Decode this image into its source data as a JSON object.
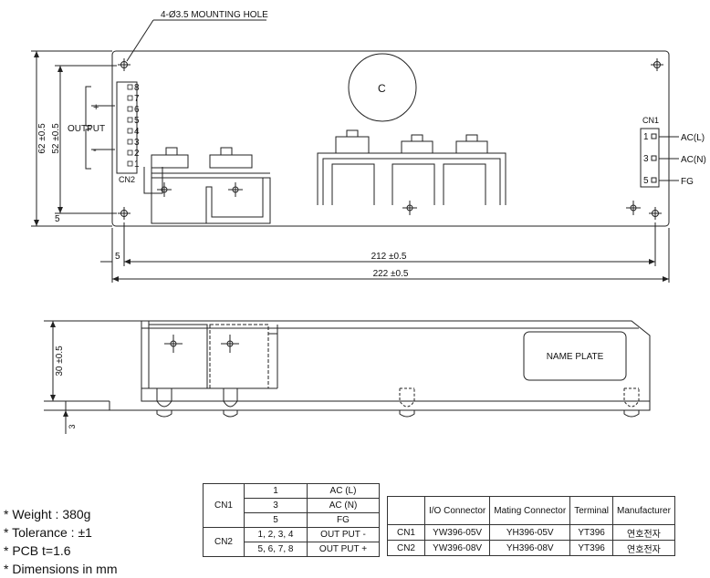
{
  "drawing": {
    "mounting_hole_label": "4-Ø3.5 MOUNTING HOLE",
    "capacitor_label": "C",
    "output_label": "OUTPUT",
    "plus_label": "+",
    "minus_label": "-",
    "cn2_label": "CN2",
    "cn2_pins": [
      "8",
      "7",
      "6",
      "5",
      "4",
      "3",
      "2",
      "1"
    ],
    "cn1_label": "CN1",
    "cn1_pins": [
      "1",
      "3",
      "5"
    ],
    "cn1_signals": [
      "AC(L)",
      "AC(N)",
      "FG"
    ],
    "dim_62": "62 ±0.5",
    "dim_52": "52 ±0.5",
    "dim_5_left": "5",
    "dim_5_bottom": "5",
    "dim_212": "212 ±0.5",
    "dim_222": "222 ±0.5",
    "dim_30": "30 ±0.5",
    "dim_3": "3",
    "name_plate": "NAME PLATE"
  },
  "notes": [
    "* Weight : 380g",
    "* Tolerance : ±1",
    "* PCB    t=1.6",
    "* Dimensions in mm"
  ],
  "cn_table": {
    "cn1": "CN1",
    "cn2": "CN2",
    "rows": [
      {
        "pin": "1",
        "signal": "AC (L)"
      },
      {
        "pin": "3",
        "signal": "AC (N)"
      },
      {
        "pin": "5",
        "signal": "FG"
      },
      {
        "pin": "1, 2, 3, 4",
        "signal": "OUT PUT -"
      },
      {
        "pin": "5, 6, 7, 8",
        "signal": "OUT PUT +"
      }
    ]
  },
  "connector_table": {
    "headers": [
      "",
      "I/O Connector",
      "Mating Connector",
      "Terminal",
      "Manufacturer"
    ],
    "rows": [
      [
        "CN1",
        "YW396-05V",
        "YH396-05V",
        "YT396",
        "연호전자"
      ],
      [
        "CN2",
        "YW396-08V",
        "YH396-08V",
        "YT396",
        "연호전자"
      ]
    ]
  }
}
